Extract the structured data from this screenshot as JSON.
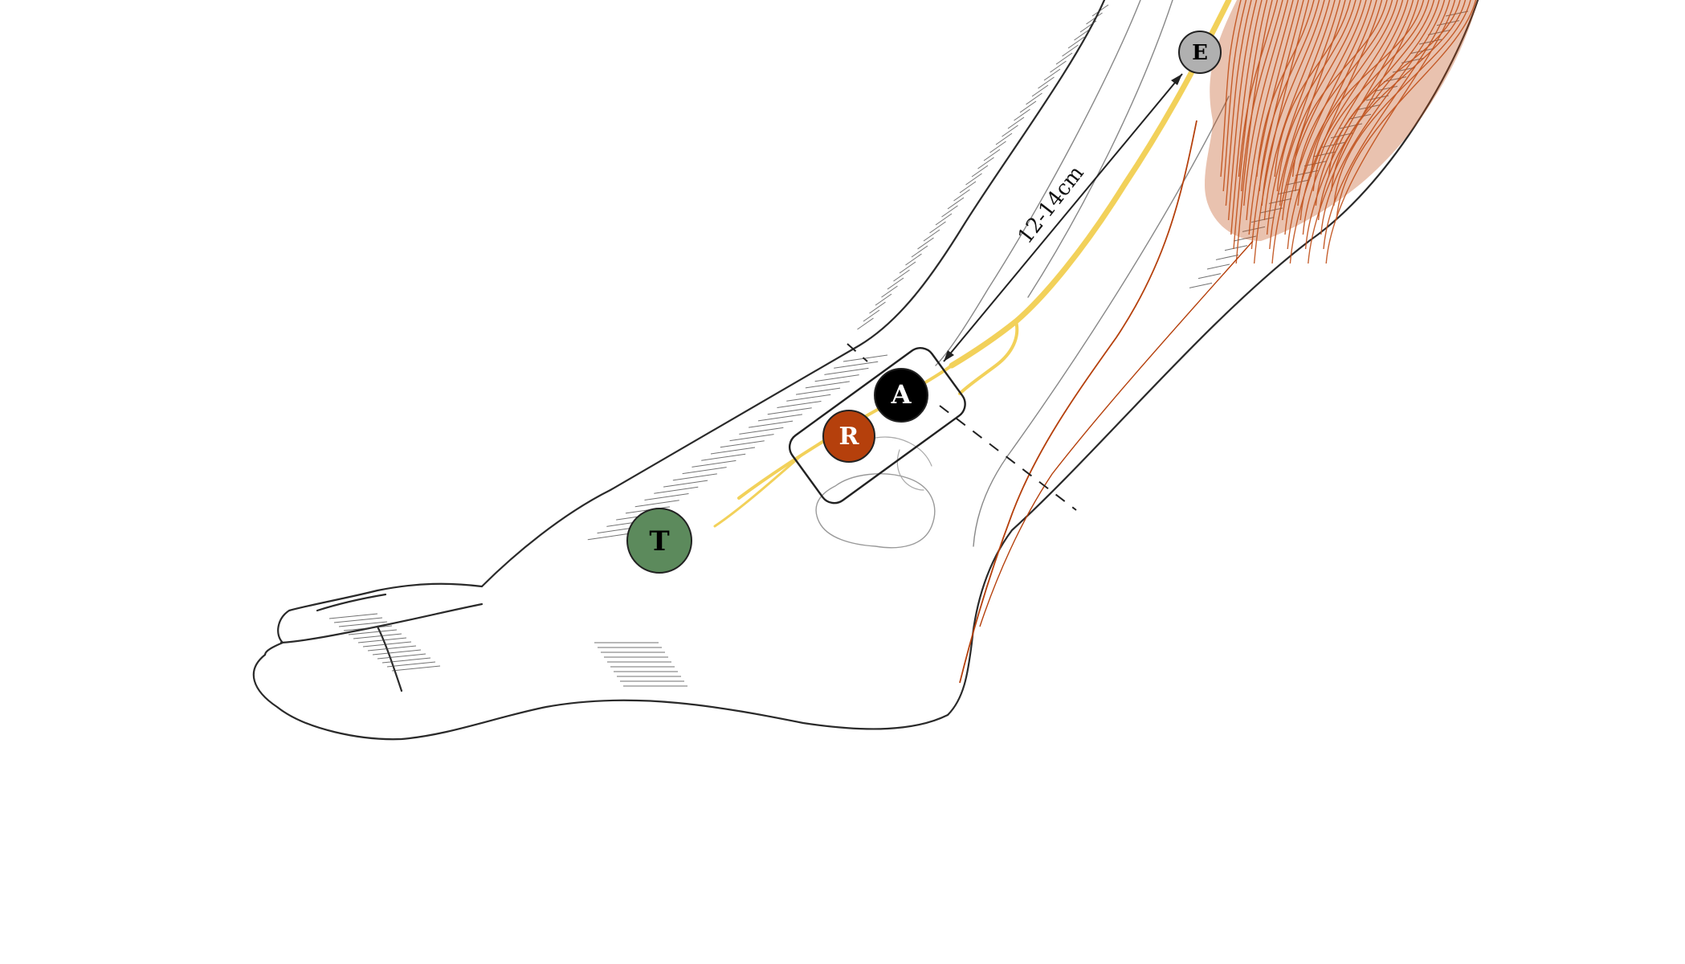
{
  "diagram": {
    "markers": {
      "A": {
        "label": "A",
        "fill": "#000000",
        "text_color": "#ffffff"
      },
      "R": {
        "label": "R",
        "fill": "#b5400c",
        "text_color": "#ffffff"
      },
      "T": {
        "label": "T",
        "fill": "#5c8a5c",
        "text_color": "#000000"
      },
      "E": {
        "label": "E",
        "fill": "#b0b0b0",
        "text_color": "#000000"
      }
    },
    "measurement": {
      "label": "12-14cm"
    },
    "colors": {
      "muscle": "#c0501a",
      "nerve": "#f2d15a",
      "outline": "#2a2a2a",
      "hatch": "#444444"
    }
  }
}
